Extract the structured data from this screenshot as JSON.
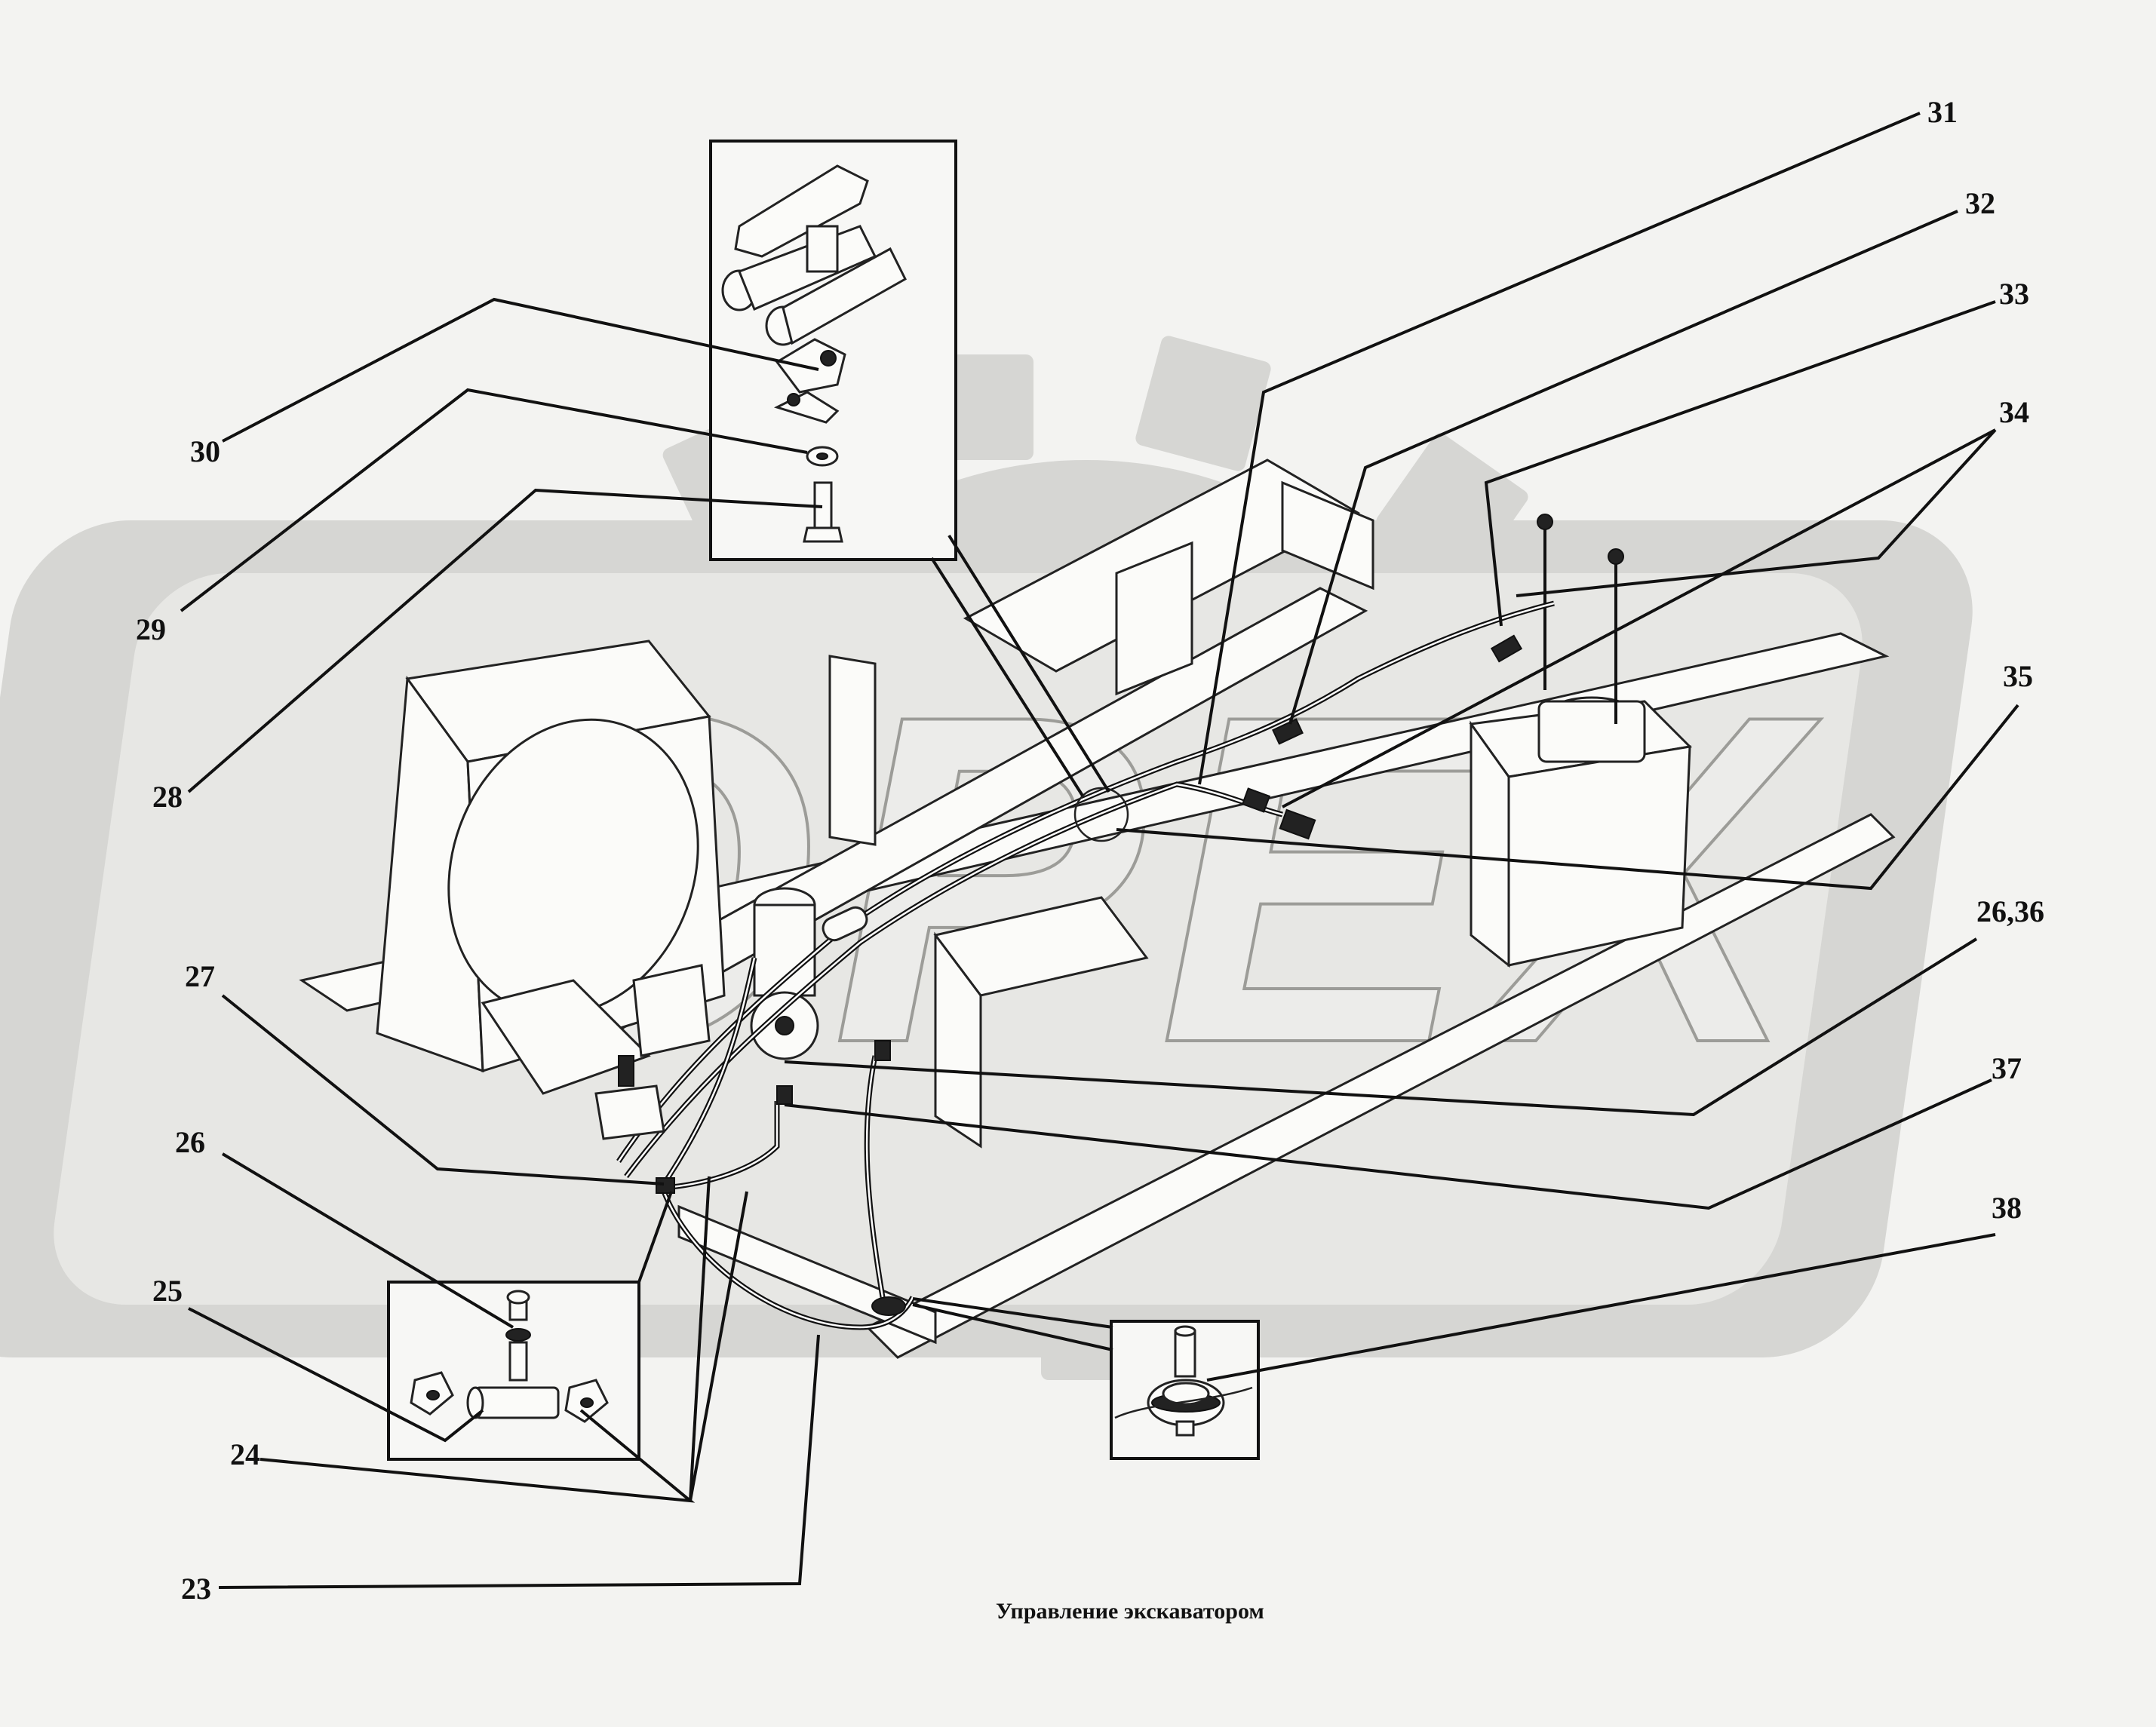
{
  "caption": "Управление экскаватором",
  "watermark_text": "OPEX",
  "callouts": [
    {
      "id": "c31",
      "label": "31"
    },
    {
      "id": "c32",
      "label": "32"
    },
    {
      "id": "c33",
      "label": "33"
    },
    {
      "id": "c34",
      "label": "34"
    },
    {
      "id": "c35",
      "label": "35"
    },
    {
      "id": "c2636",
      "label": "26,36"
    },
    {
      "id": "c37",
      "label": "37"
    },
    {
      "id": "c38",
      "label": "38"
    },
    {
      "id": "c30",
      "label": "30"
    },
    {
      "id": "c29",
      "label": "29"
    },
    {
      "id": "c28",
      "label": "28"
    },
    {
      "id": "c27",
      "label": "27"
    },
    {
      "id": "c26",
      "label": "26"
    },
    {
      "id": "c25",
      "label": "25"
    },
    {
      "id": "c24",
      "label": "24"
    },
    {
      "id": "c23",
      "label": "23"
    }
  ],
  "colors": {
    "ink": "#111111",
    "background": "#f3f3f1",
    "watermark": "#d6d6d3"
  }
}
